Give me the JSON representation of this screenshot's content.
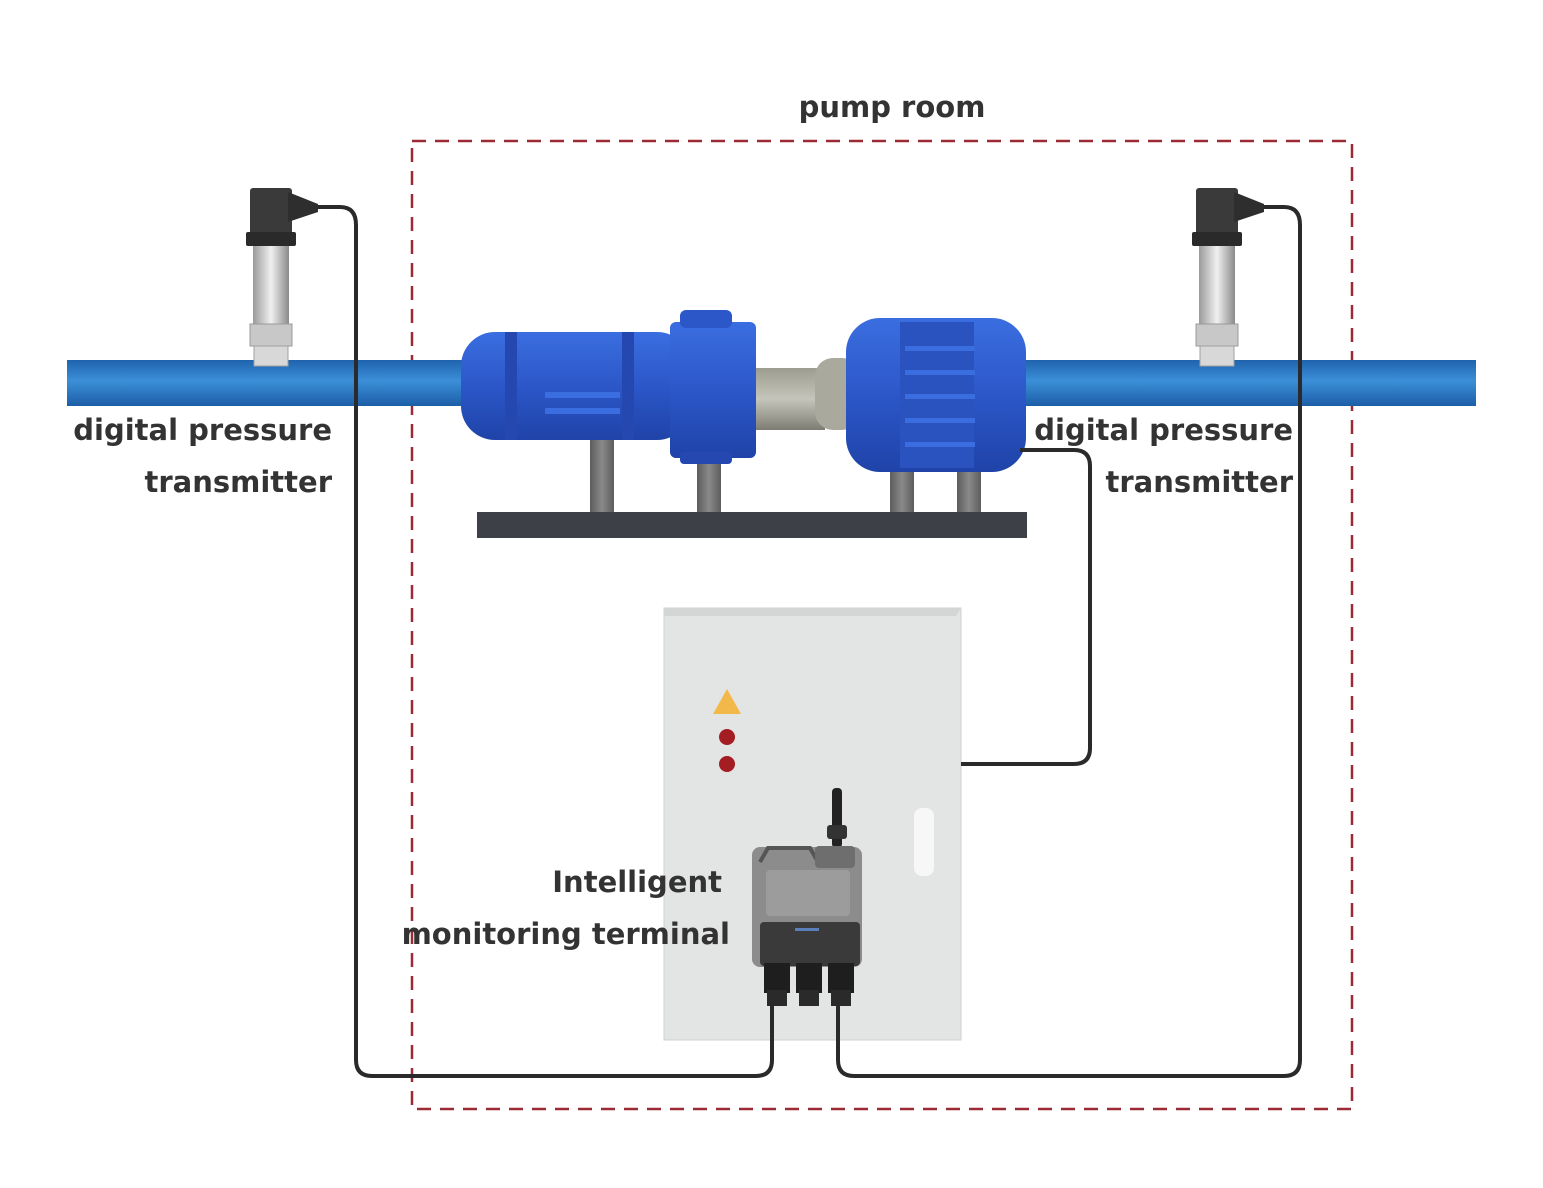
{
  "title": "pump room",
  "labels": {
    "sensor_left": [
      "digital pressure",
      "transmitter"
    ],
    "sensor_right": [
      "digital pressure",
      "transmitter"
    ],
    "terminal": [
      "Intelligent",
      "monitoring terminal"
    ]
  },
  "colors": {
    "pipe": "#2a78c4",
    "pump_body": "#2c57c9",
    "base": "#3d4047",
    "cabinet": "#e3e4e4",
    "room_border": "#9b2a34",
    "cable": "#2a2a2a",
    "indicator": "#a31d22",
    "warning": "#f2b84a",
    "terminal": "#8c8c8c"
  },
  "icons": [
    "pressure-transmitter",
    "pump-motor",
    "control-cabinet",
    "warning-triangle-icon",
    "monitoring-terminal-device",
    "antenna"
  ]
}
